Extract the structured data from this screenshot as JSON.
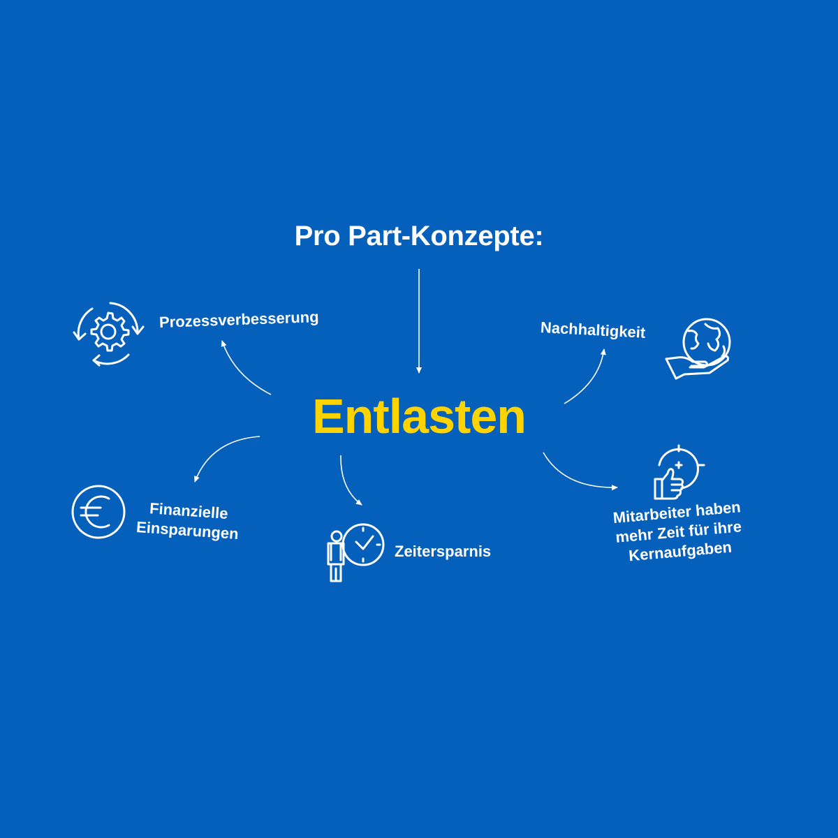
{
  "title": "Pro Part-Konzepte:",
  "center": "Entlasten",
  "labels": {
    "prozess": "Prozessverbesserung",
    "nachhaltigkeit": "Nachhaltigkeit",
    "finanz_line1": "Finanzielle",
    "finanz_line2": "Einsparungen",
    "zeit": "Zeitersparnis",
    "mitarbeiter_line1": "Mitarbeiter haben",
    "mitarbeiter_line2": "mehr Zeit für ihre",
    "mitarbeiter_line3": "Kernaufgaben"
  },
  "colors": {
    "background": "#0560bb",
    "accent": "#ffd300",
    "text": "#ffffff"
  },
  "icons": [
    "gear-cycle-icon",
    "globe-hand-icon",
    "euro-icon",
    "clock-person-icon",
    "target-thumbs-up-icon"
  ]
}
